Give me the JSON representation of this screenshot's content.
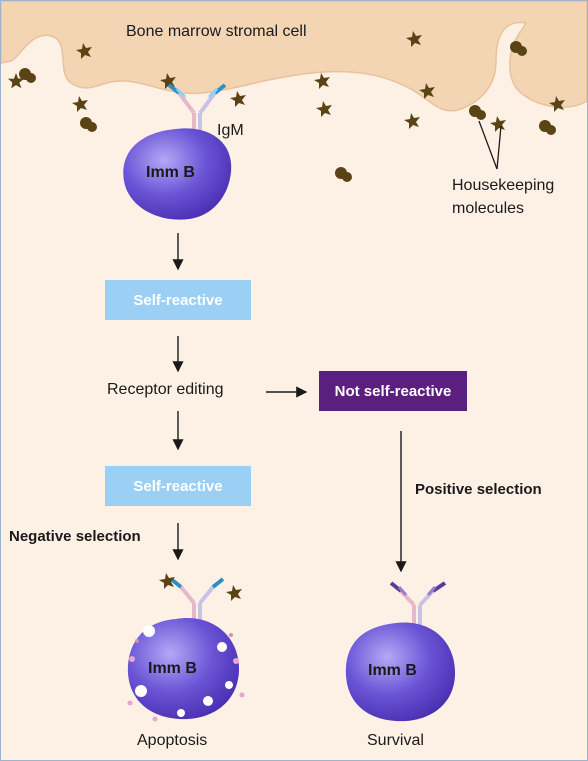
{
  "labels": {
    "stromal_cell": "Bone marrow stromal cell",
    "igm": "IgM",
    "housekeeping_line1": "Housekeeping",
    "housekeeping_line2": "molecules",
    "receptor_editing": "Receptor editing",
    "negative_selection": "Negative selection",
    "positive_selection": "Positive selection",
    "apoptosis": "Apoptosis",
    "survival": "Survival"
  },
  "boxes": {
    "self_reactive_1": "Self-reactive",
    "self_reactive_2": "Self-reactive",
    "not_self_reactive": "Not self-reactive"
  },
  "cells": {
    "top": "Imm B",
    "apoptosis": "Imm B",
    "survival": "Imm B"
  },
  "colors": {
    "background": "#fdf1e6",
    "stromal": "#f3d5b4",
    "cell": "#6a54d6",
    "self_box": "#9ccff4",
    "not_self_box": "#5b1f7f",
    "molecule": "#5a4416"
  }
}
